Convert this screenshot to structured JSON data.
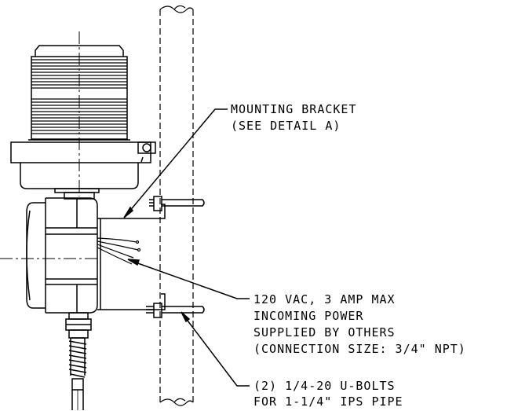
{
  "callouts": {
    "bracket": {
      "line1": "MOUNTING BRACKET",
      "line2": "(SEE DETAIL A)"
    },
    "power": {
      "line1": "120 VAC, 3 AMP MAX",
      "line2": "INCOMING POWER",
      "line3": "SUPPLIED BY OTHERS",
      "line4": "(CONNECTION SIZE: 3/4\" NPT)"
    },
    "ubolts": {
      "line1": "(2) 1/4-20 U-BOLTS",
      "line2": "FOR 1-1/4\" IPS PIPE"
    }
  },
  "colors": {
    "ink": "#000000",
    "paper": "#ffffff"
  }
}
